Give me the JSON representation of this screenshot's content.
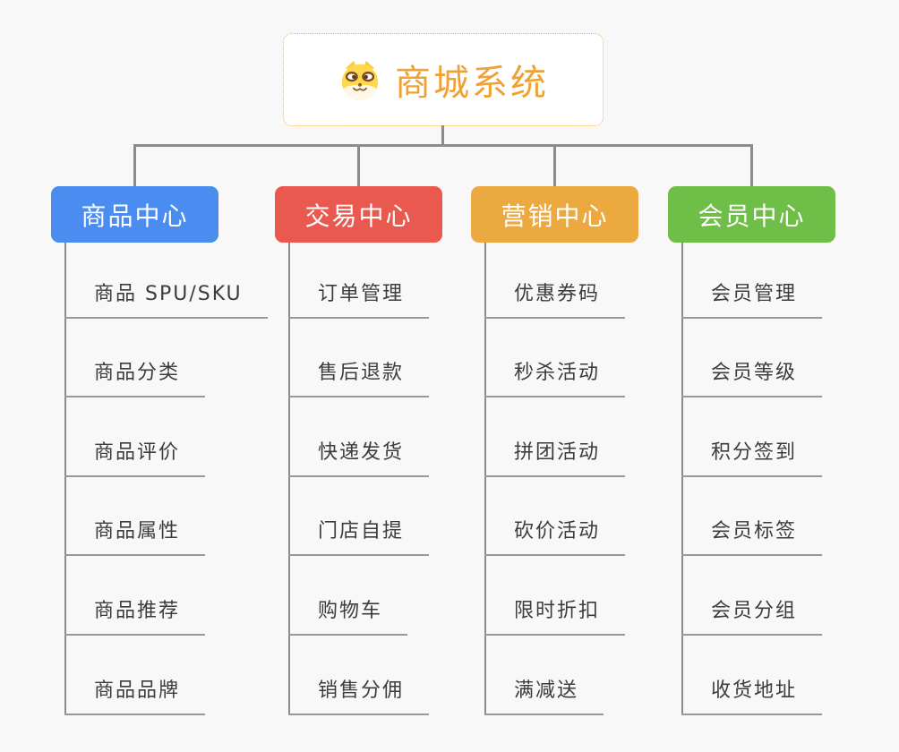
{
  "canvas": {
    "background": "#F8F8F8",
    "connector_color": "#8C8C8C",
    "underline_color": "#999999"
  },
  "root": {
    "title": "商城系统",
    "icon": "dog-face-icon",
    "title_color": "#F0A136",
    "border_color": "#F0B45C"
  },
  "branches": [
    {
      "label": "商品中心",
      "color": "#4A8CF0",
      "children": [
        "商品 SPU/SKU",
        "商品分类",
        "商品评价",
        "商品属性",
        "商品推荐",
        "商品品牌"
      ]
    },
    {
      "label": "交易中心",
      "color": "#E9594F",
      "children": [
        "订单管理",
        "售后退款",
        "快递发货",
        "门店自提",
        "购物车",
        "销售分佣"
      ]
    },
    {
      "label": "营销中心",
      "color": "#EBA93F",
      "children": [
        "优惠券码",
        "秒杀活动",
        "拼团活动",
        "砍价活动",
        "限时折扣",
        "满减送"
      ]
    },
    {
      "label": "会员中心",
      "color": "#6FBE47",
      "children": [
        "会员管理",
        "会员等级",
        "积分签到",
        "会员标签",
        "会员分组",
        "收货地址"
      ]
    }
  ]
}
